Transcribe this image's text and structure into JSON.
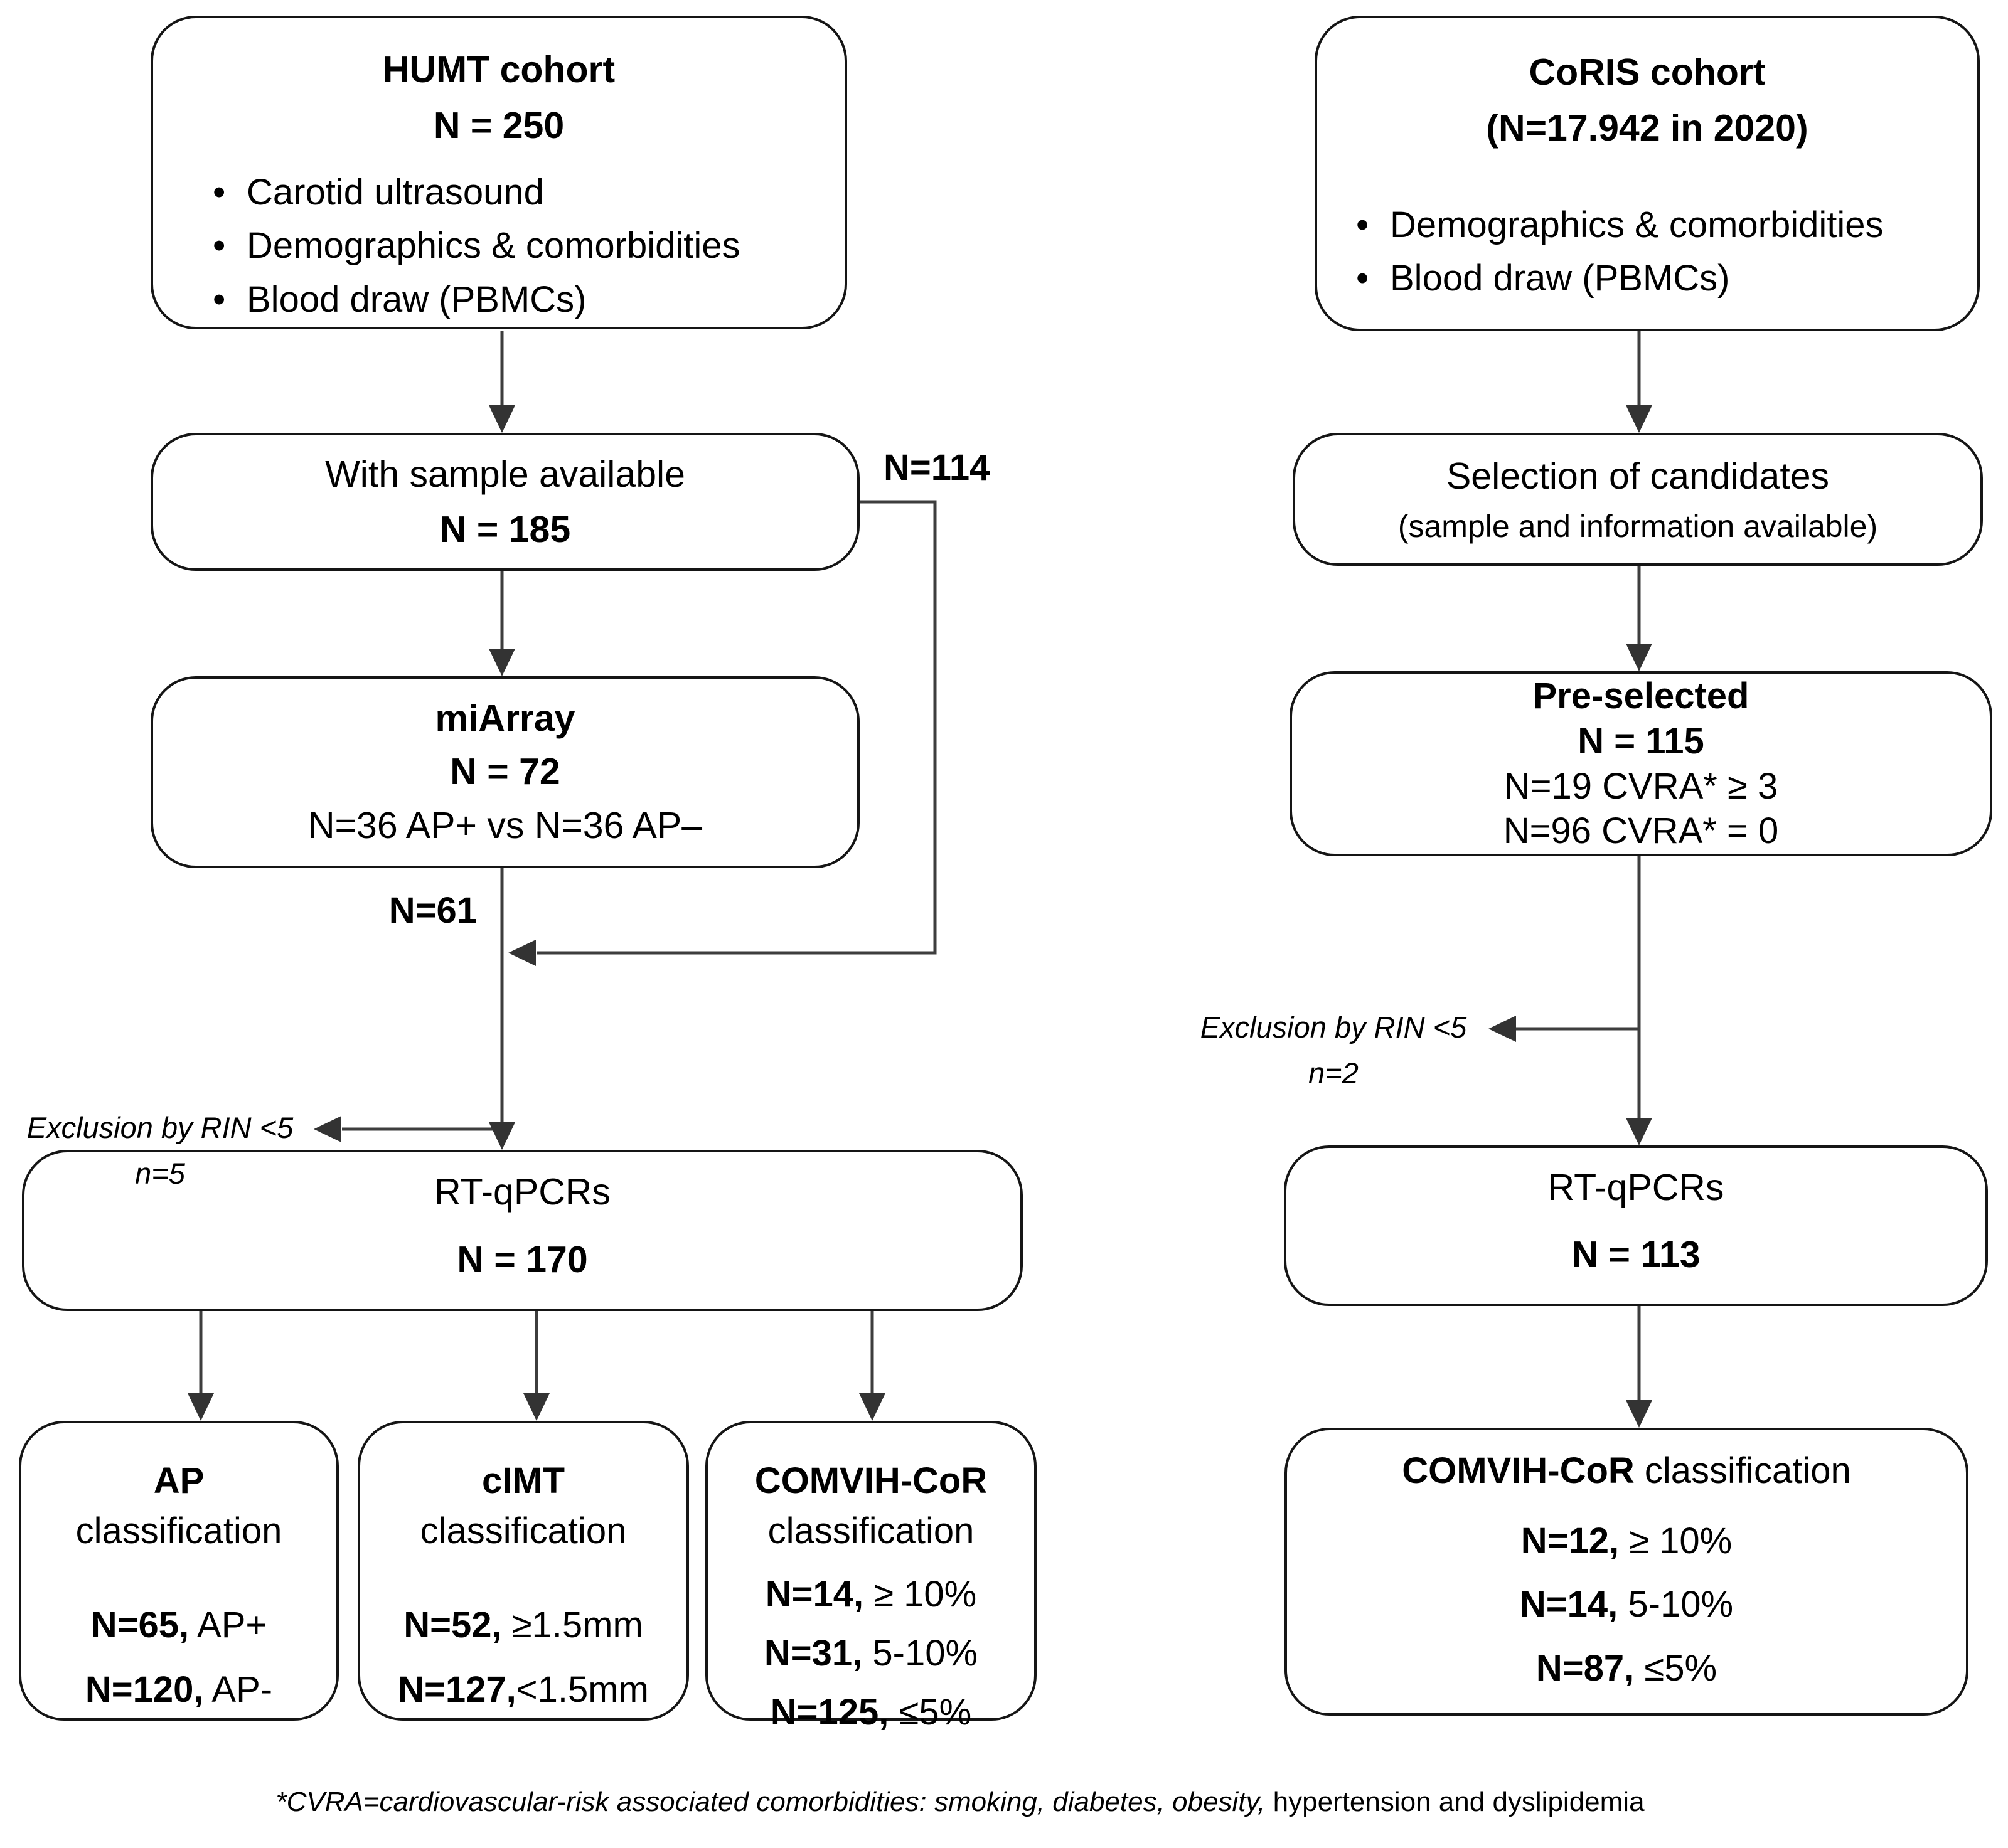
{
  "colors": {
    "ink": "#000000",
    "box_border": "#151515",
    "connector_gray": "#3d3d3d"
  },
  "icons": {
    "arrow_down": "▼",
    "arrow_left": "◀"
  },
  "left": {
    "box1": {
      "title": "HUMT cohort",
      "n": "N = 250",
      "bullets": [
        "Carotid ultrasound",
        "Demographics & comorbidities",
        "Blood draw (PBMCs)"
      ]
    },
    "label_n114": "N=114",
    "box2": {
      "title": "With sample available",
      "n": "N = 185"
    },
    "box3": {
      "title": "miArray",
      "n": "N = 72",
      "compare": "N=36 AP+ vs N=36 AP–"
    },
    "label_n61": "N=61",
    "exclusion": {
      "line1": "Exclusion by RIN <5",
      "line2": "n=5"
    },
    "box4": {
      "title": "RT-qPCRs",
      "n": "N = 170"
    },
    "bottom": [
      {
        "title": "AP",
        "subtitle": "classification",
        "rows": [
          {
            "b": "N=65,",
            "t": " AP+"
          },
          {
            "b": "N=120,",
            "t": " AP-"
          }
        ]
      },
      {
        "title": "cIMT",
        "subtitle": "classification",
        "rows": [
          {
            "b": "N=52,",
            "t": " ≥1.5mm"
          },
          {
            "b": "N=127,",
            "t": "<1.5mm"
          }
        ]
      },
      {
        "title": "COMVIH-CoR",
        "subtitle": "classification",
        "rows": [
          {
            "b": "N=14,",
            "t": " ≥ 10%"
          },
          {
            "b": "N=31,",
            "t": " 5-10%"
          },
          {
            "b": "N=125,",
            "t": " ≤5%"
          }
        ]
      }
    ]
  },
  "right": {
    "box1": {
      "title": "CoRIS cohort",
      "n": "(N=17.942 in 2020)",
      "bullets": [
        "Demographics & comorbidities",
        "Blood draw (PBMCs)"
      ]
    },
    "box2": {
      "title": "Selection of candidates",
      "subtitle": "(sample and information available)"
    },
    "box3": {
      "title": "Pre-selected",
      "n": "N = 115",
      "line3": "N=19 CVRA* ≥ 3",
      "line4": "N=96 CVRA* = 0"
    },
    "exclusion": {
      "line1": "Exclusion by RIN <5",
      "line2": "n=2"
    },
    "box4": {
      "title": "RT-qPCRs",
      "n": "N = 113"
    },
    "box5": {
      "title_bold": "COMVIH-CoR",
      "title_rest": " classification",
      "rows": [
        {
          "b": "N=12,",
          "t": " ≥ 10%"
        },
        {
          "b": "N=14,",
          "t": " 5-10%"
        },
        {
          "b": "N=87,",
          "t": " ≤5%"
        }
      ]
    }
  },
  "footnote": {
    "italic": "*CVRA=cardiovascular-risk associated comorbidities: smoking, diabetes, obesity,",
    "regular": " hypertension and dyslipidemia"
  }
}
